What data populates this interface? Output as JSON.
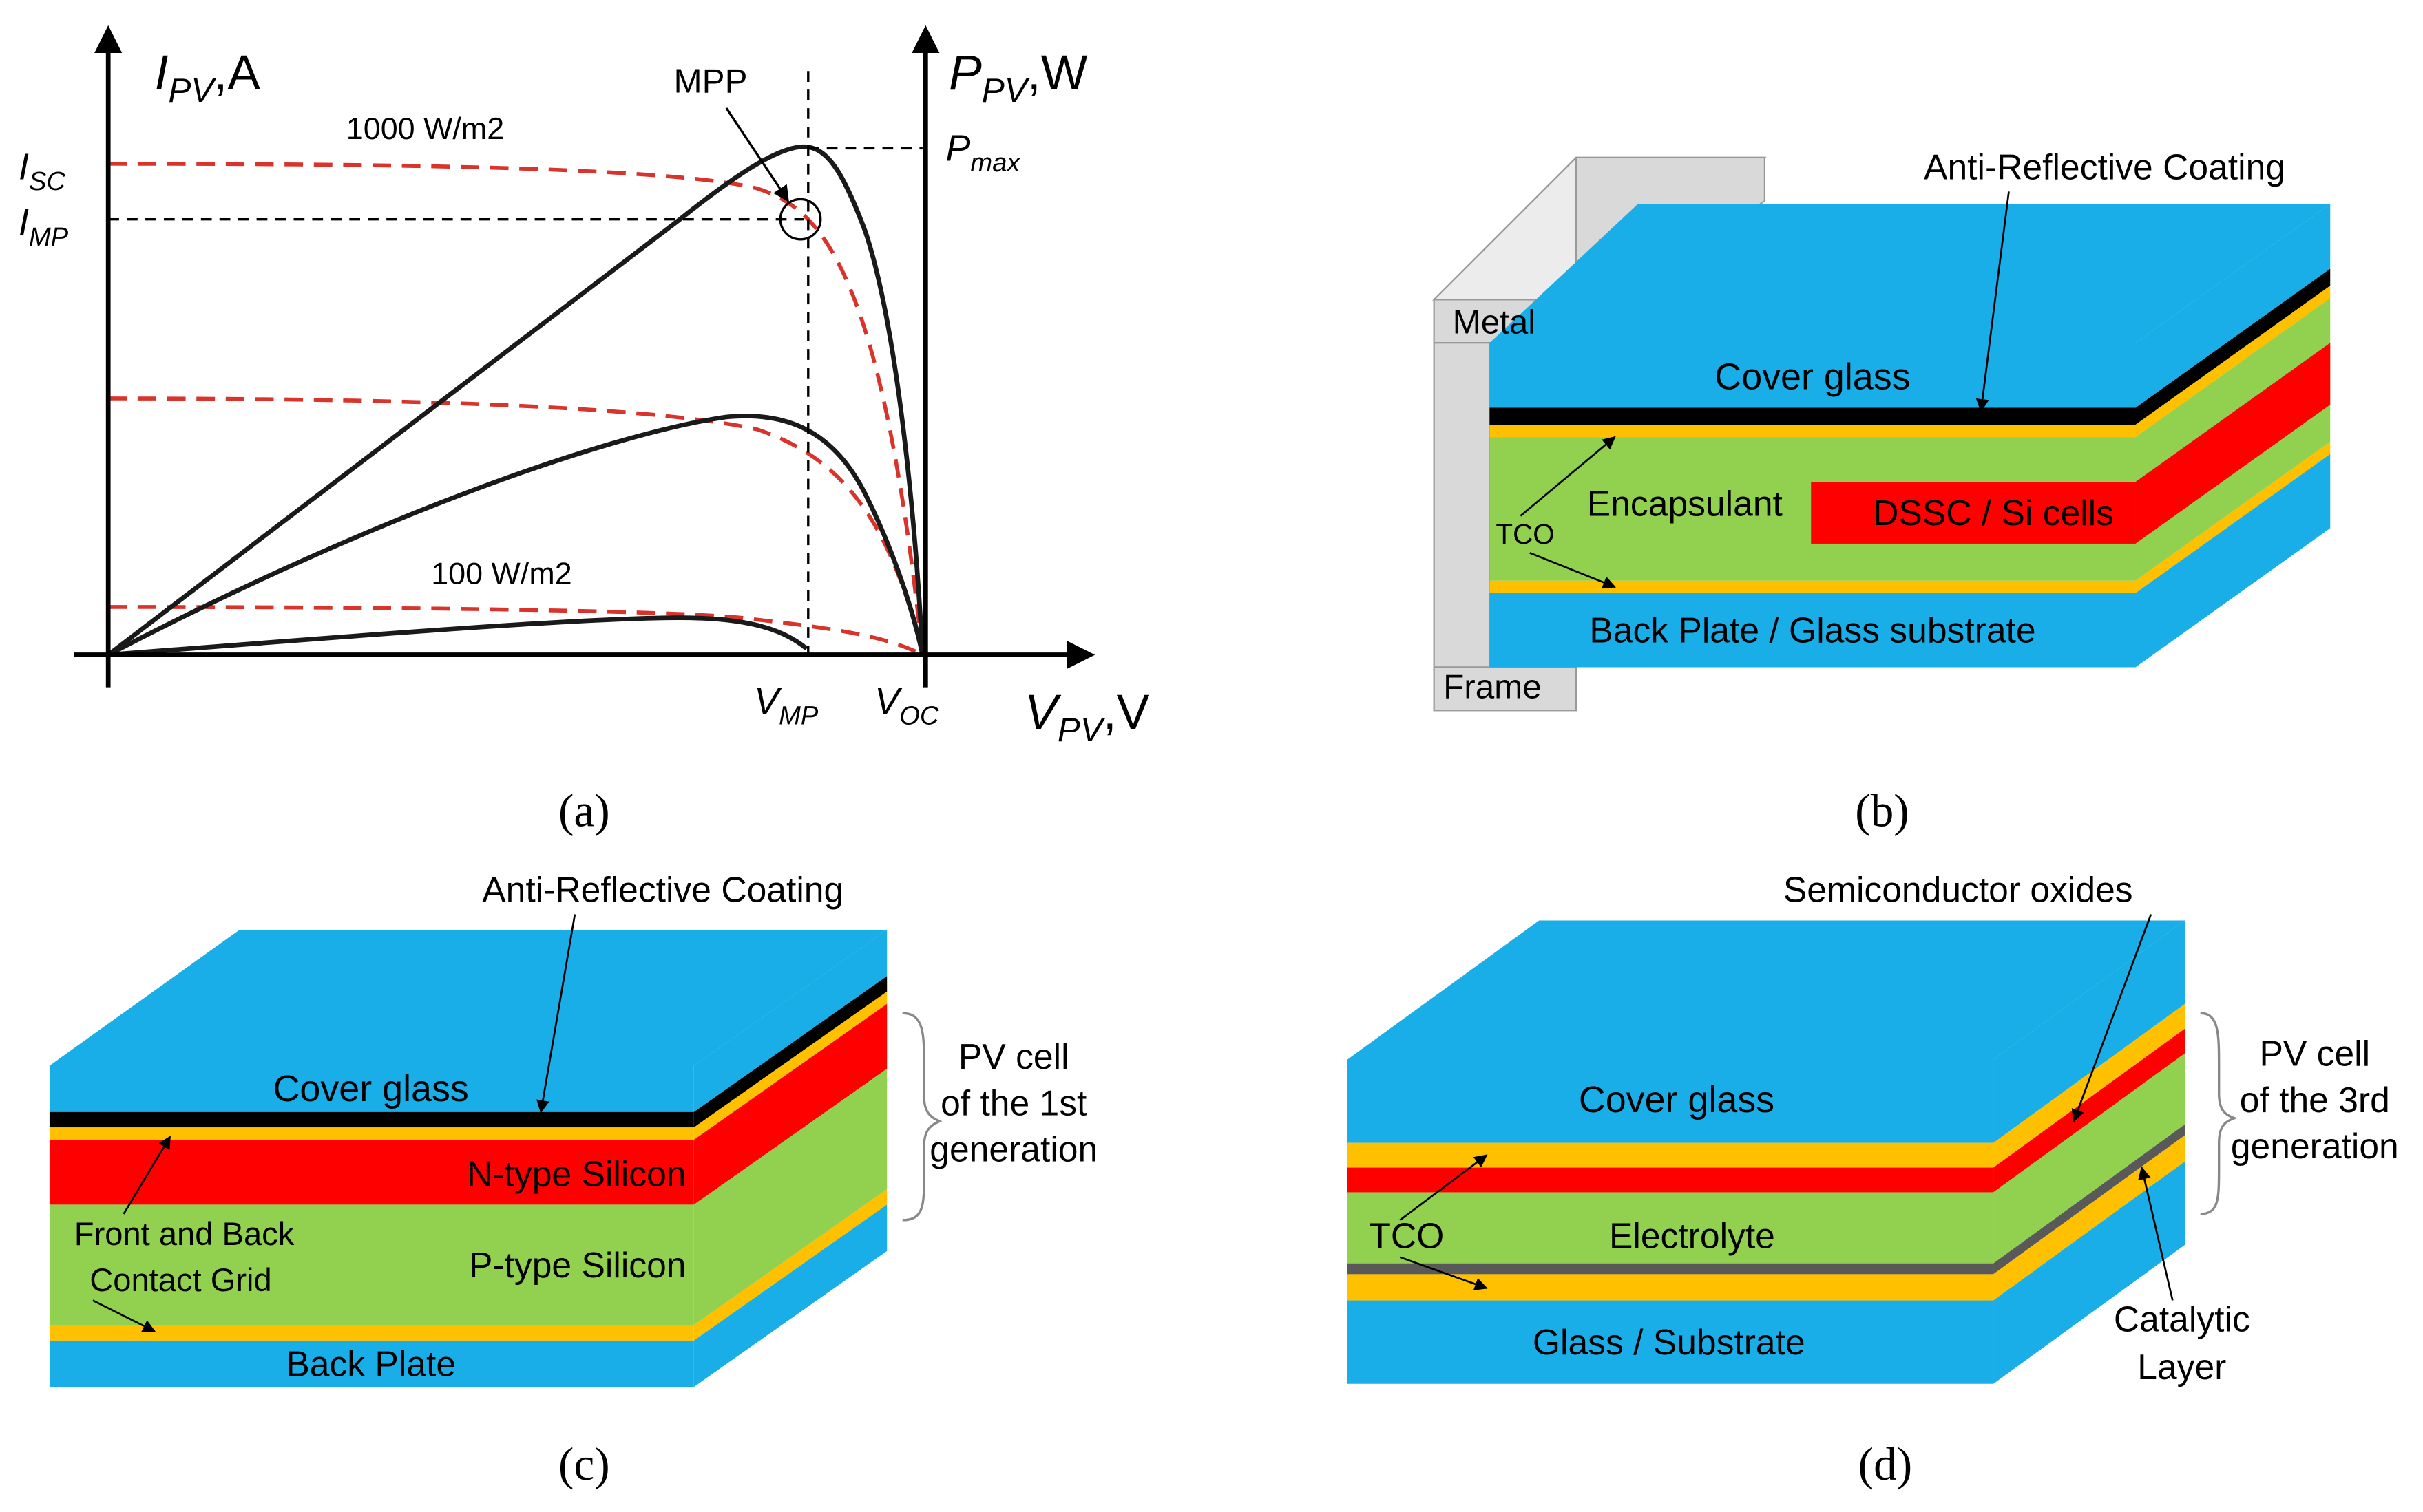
{
  "colors": {
    "glass": "#19aee8",
    "arc": "#000000",
    "tco": "#ffc000",
    "green": "#92d050",
    "red": "#ff0000",
    "metal_front": "#d9d9d9",
    "metal_top": "#ececec",
    "catalytic": "#595959",
    "curve_iv": "#d9342b",
    "curve_pv": "#1a1a1a"
  },
  "panel_a": {
    "caption": "(a)",
    "y_axis_label": "I",
    "y_axis_sub": "PV",
    "y_axis_unit": ",A",
    "p_axis_label": "P",
    "p_axis_sub": "PV",
    "p_axis_unit": ",W",
    "x_axis_label": "V",
    "x_axis_sub": "PV",
    "x_axis_unit": ",V",
    "isc": "I",
    "isc_sub": "SC",
    "imp": "I",
    "imp_sub": "MP",
    "vmp": "V",
    "vmp_sub": "MP",
    "voc": "V",
    "voc_sub": "OC",
    "pmax": "P",
    "pmax_sub": "max",
    "mpp": "MPP",
    "irr_high": "1000 W/m2",
    "irr_low": "100 W/m2"
  },
  "panel_b": {
    "caption": "(b)",
    "metal": "Metal",
    "frame": "Frame",
    "arc": "Anti-Reflective Coating",
    "cover_glass": "Cover glass",
    "tco": "TCO",
    "encapsulant": "Encapsulant",
    "cells": "DSSC / Si cells",
    "back_plate": "Back Plate / Glass substrate"
  },
  "panel_c": {
    "caption": "(c)",
    "arc": "Anti-Reflective Coating",
    "cover_glass": "Cover glass",
    "n_type": "N-type Silicon",
    "p_type": "P-type Silicon",
    "grid_line1": "Front and Back",
    "grid_line2": "Contact Grid",
    "back_plate": "Back Plate",
    "gen_line1": "PV cell",
    "gen_line2": "of the 1st",
    "gen_line3": "generation"
  },
  "panel_d": {
    "caption": "(d)",
    "oxides": "Semiconductor oxides",
    "cover_glass": "Cover glass",
    "tco": "TCO",
    "electrolyte": "Electrolyte",
    "substrate": "Glass / Substrate",
    "catalytic_line1": "Catalytic",
    "catalytic_line2": "Layer",
    "gen_line1": "PV cell",
    "gen_line2": "of the 3rd",
    "gen_line3": "generation"
  }
}
